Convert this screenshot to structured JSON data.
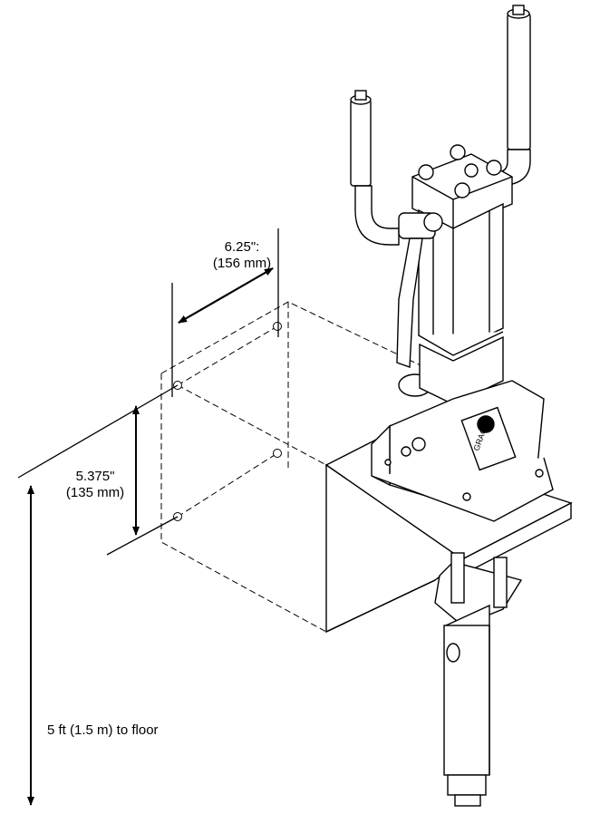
{
  "diagram": {
    "dimension_width": {
      "line1": "6.25\":",
      "line2": "(156 mm)"
    },
    "dimension_height": {
      "line1": "5.375\"",
      "line2": "(135 mm)"
    },
    "floor_height": "5 ft (1.5 m) to floor",
    "brand_logo": "GRACO",
    "stroke_color": "#000000",
    "background_color": "#ffffff"
  }
}
